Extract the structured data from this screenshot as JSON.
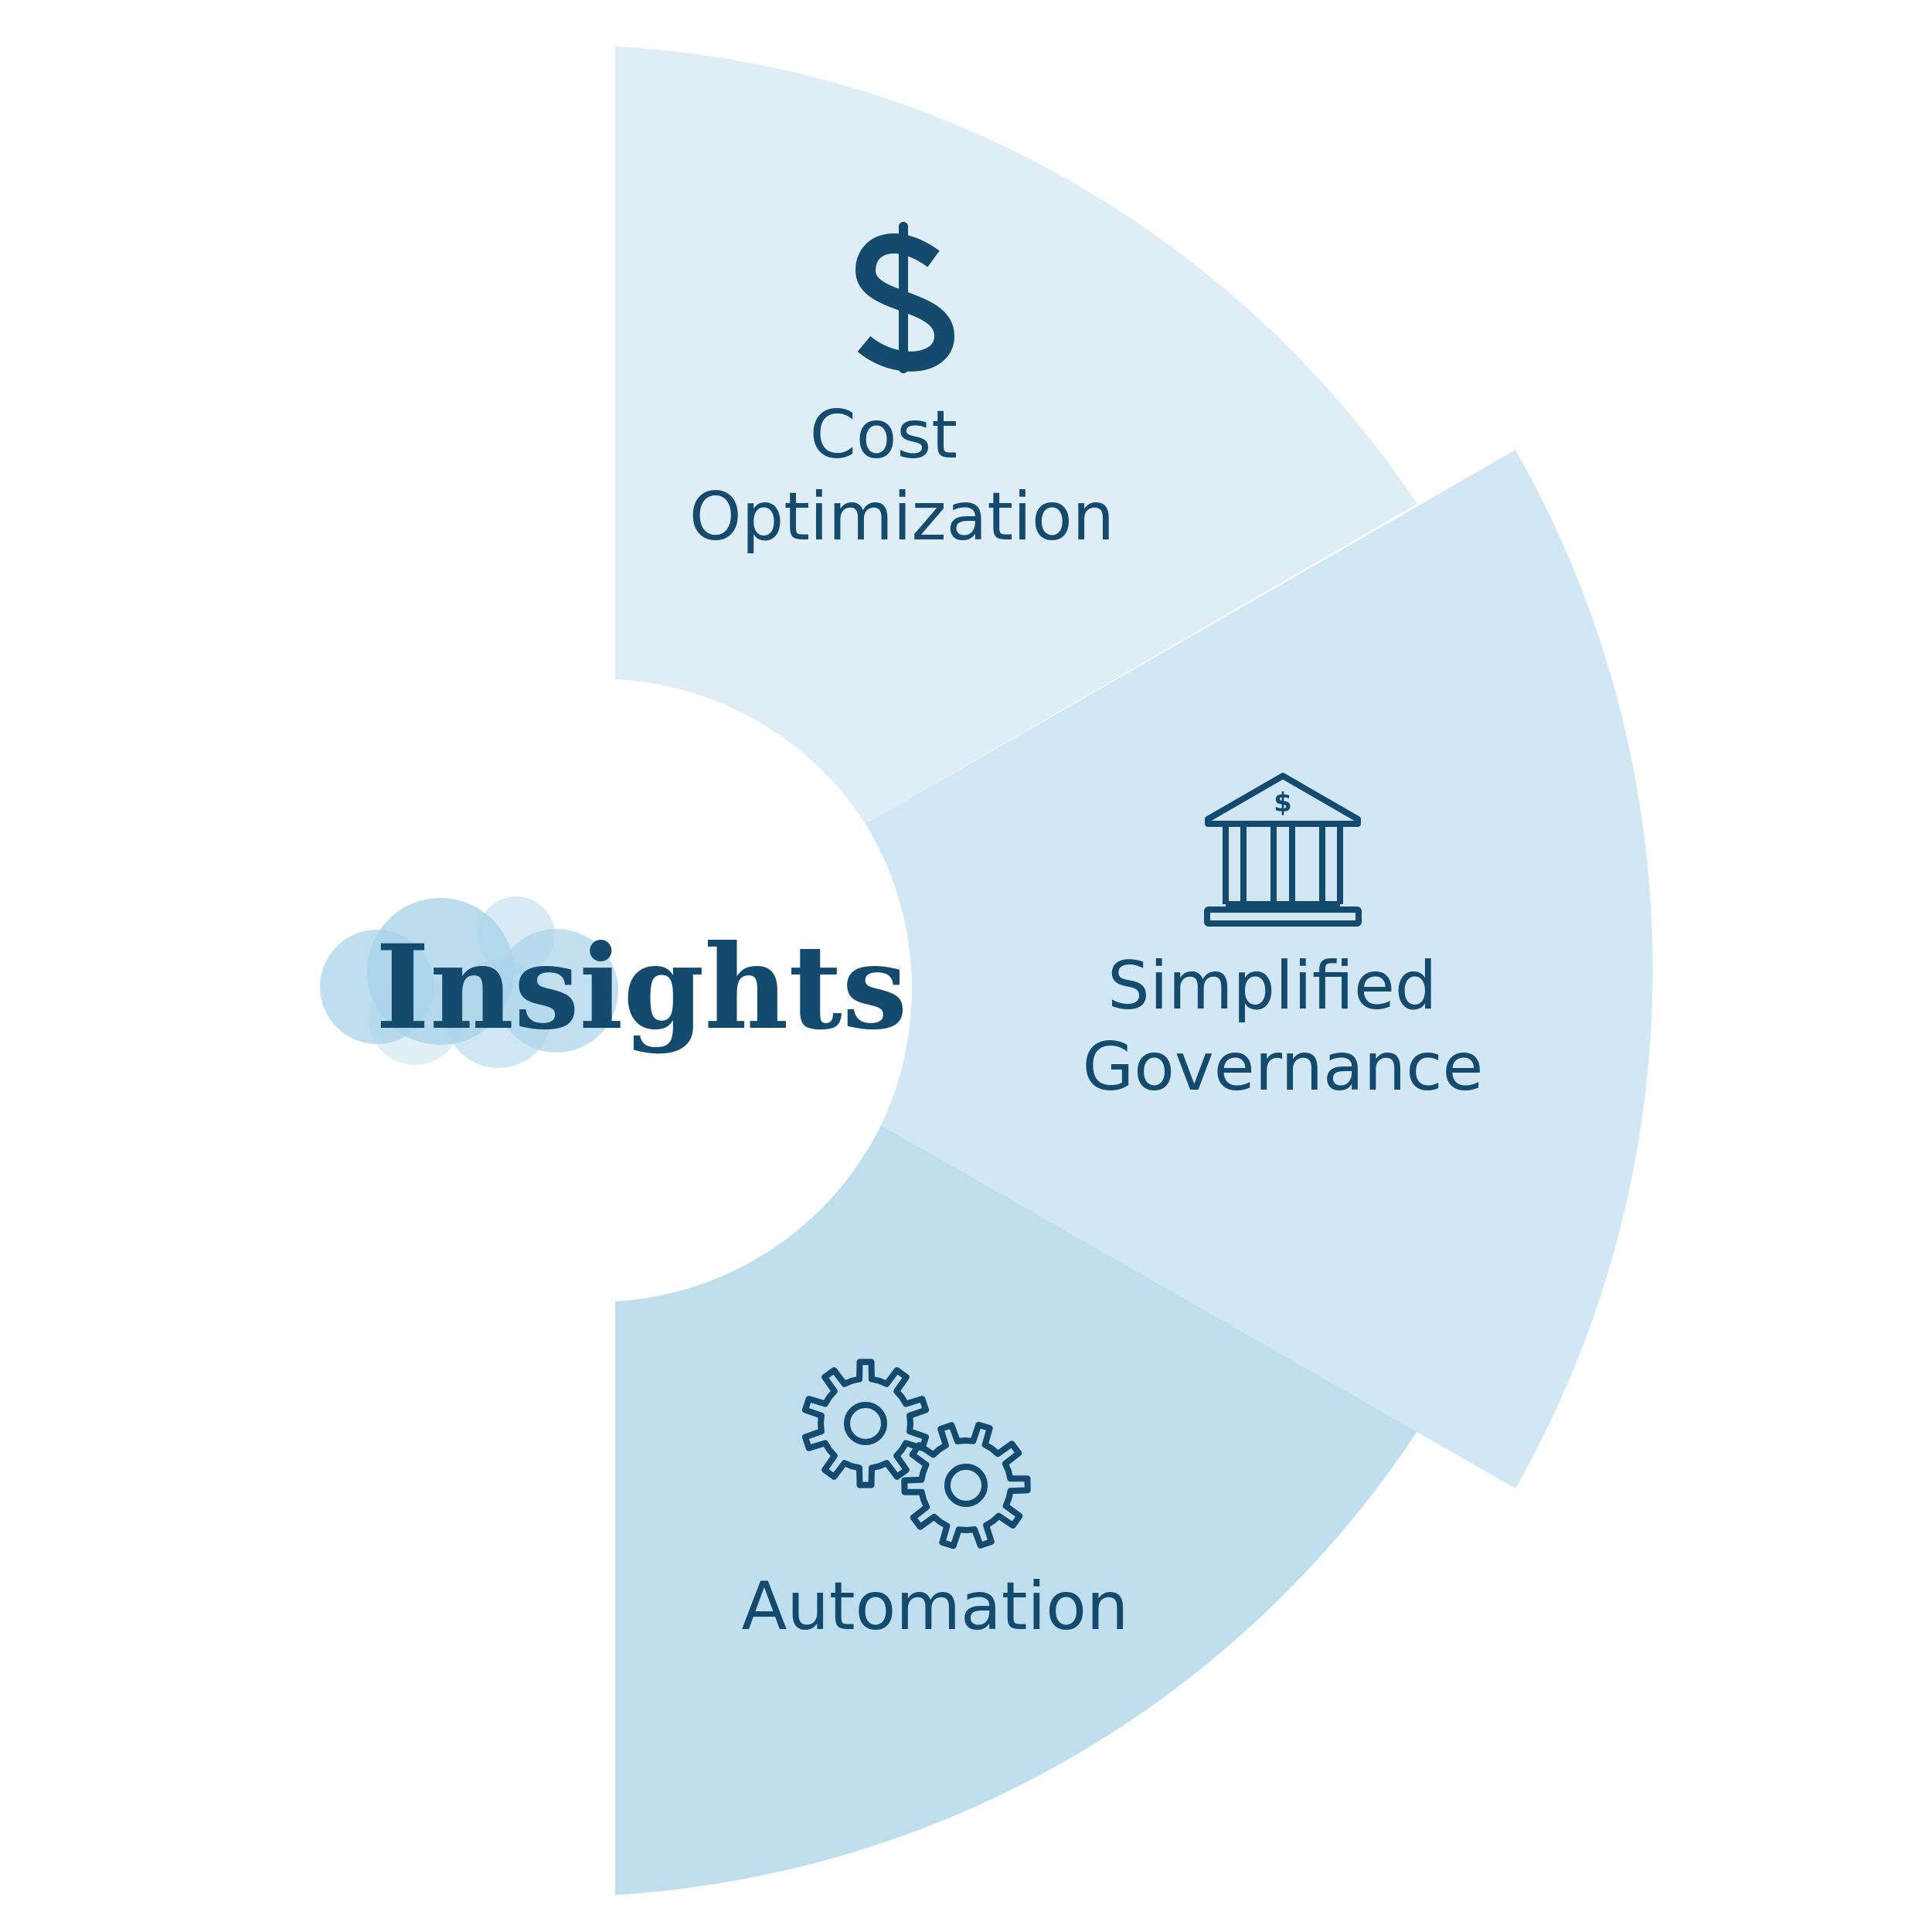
{
  "center": {
    "label": "Insights"
  },
  "segments": [
    {
      "id": "cost",
      "label_lines": [
        "Cost",
        "Optimization"
      ],
      "icon": "dollar-sign-icon",
      "color": "#dfeef6"
    },
    {
      "id": "governance",
      "label_lines": [
        "Simplified",
        "Governance"
      ],
      "icon": "bank-building-icon",
      "color": "#d1e7f3"
    },
    {
      "id": "automation",
      "label_lines": [
        "Automation"
      ],
      "icon": "gears-icon",
      "color": "#c0dfee"
    }
  ],
  "colors": {
    "text": "#134a6e",
    "cloud": "#a9d3e9"
  }
}
